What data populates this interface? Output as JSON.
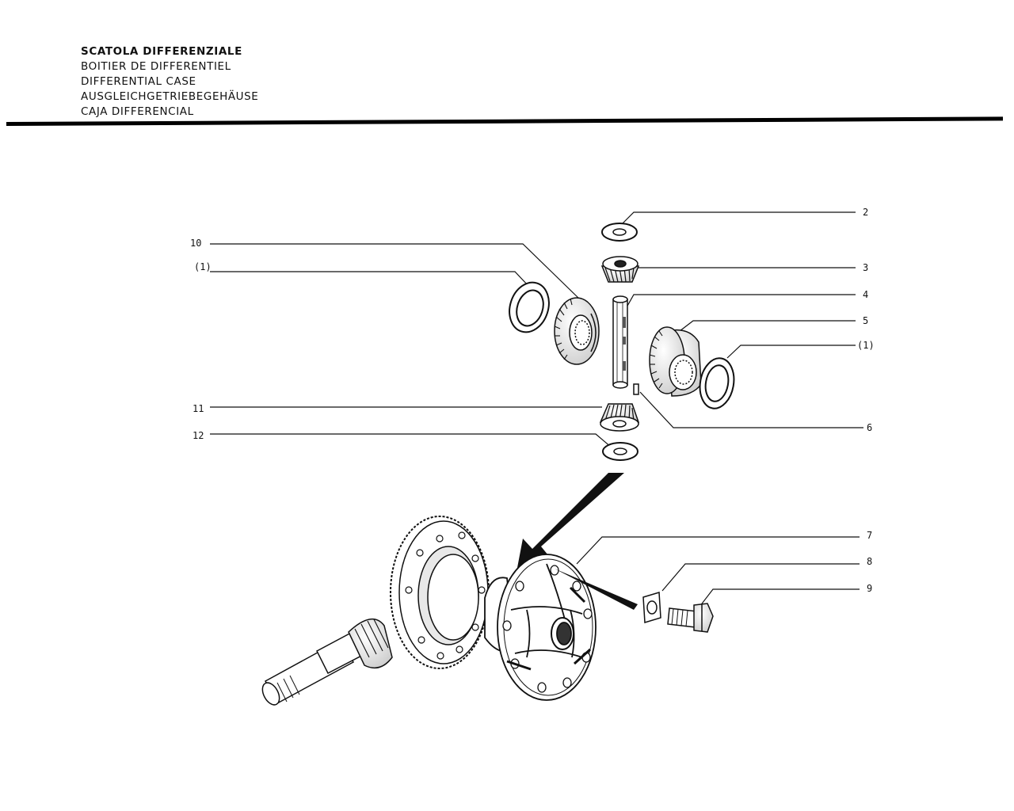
{
  "titles": [
    "SCATOLA DIFFERENZIALE",
    "BOITIER DE DIFFERENTIEL",
    "DIFFERENTIAL CASE",
    "AUSGLEICHGETRIEBEGEHÄUSE",
    "CAJA DIFFERENCIAL"
  ],
  "callouts": {
    "c2": "2",
    "c3": "3",
    "c4": "4",
    "c5": "5",
    "c1r": "(1)",
    "c6": "6",
    "c7": "7",
    "c8": "8",
    "c9": "9",
    "c10": "10",
    "c1l": "(1)",
    "c11": "11",
    "c12": "12"
  }
}
